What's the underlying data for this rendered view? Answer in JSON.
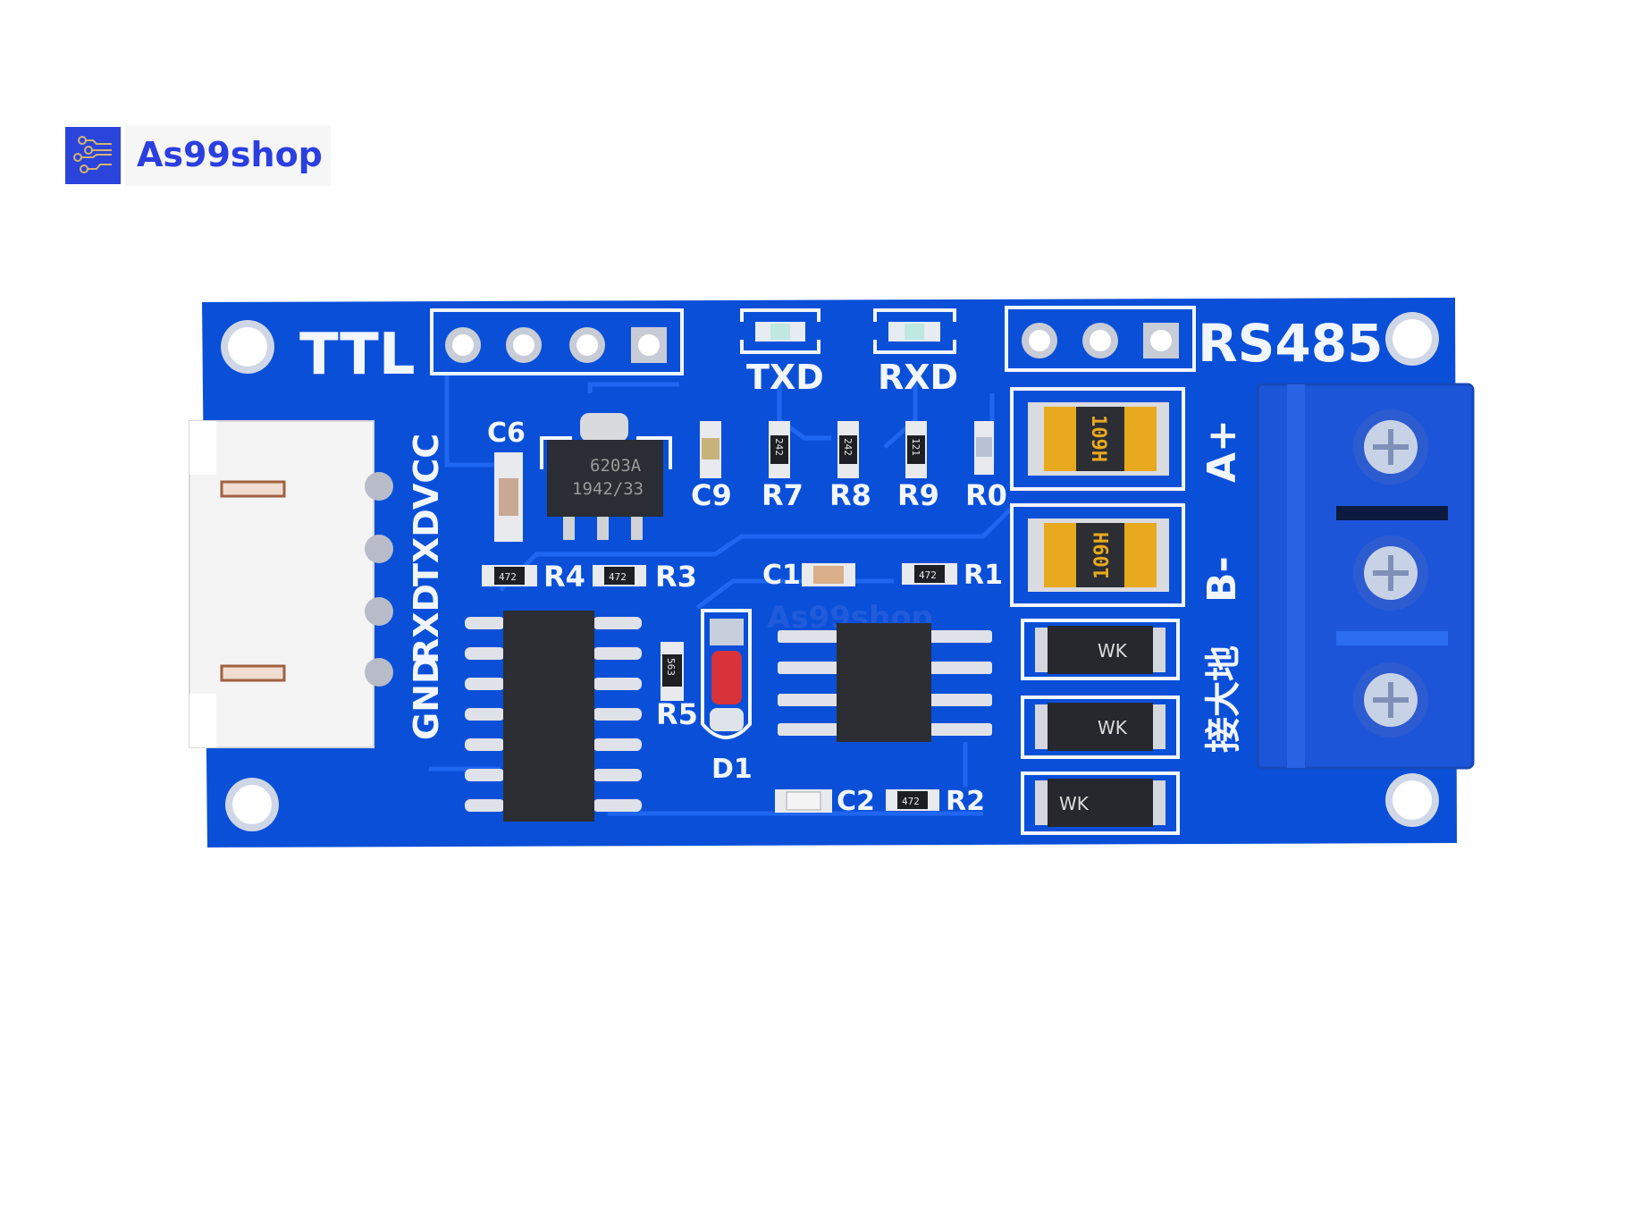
{
  "logo": {
    "text": "As99shop",
    "brand_color": "#2b3fe0",
    "icon": "circuit-traces-icon"
  },
  "board": {
    "color": "#0a4fd8",
    "ttl_label": "TTL",
    "rs485_label": "RS485",
    "led_labels": [
      "TXD",
      "RXD"
    ],
    "pin_labels": [
      "GND",
      "RXD",
      "TXD",
      "VCC"
    ],
    "terminal_labels": [
      "A+",
      "B-",
      "接大地"
    ],
    "component_labels": {
      "c6": "C6",
      "c9": "C9",
      "r7": "R7",
      "r8": "R8",
      "r9": "R9",
      "r0": "R0",
      "r4": "R4",
      "r3": "R3",
      "c1": "C1",
      "r1": "R1",
      "r5": "R5",
      "d1": "D1",
      "c2": "C2",
      "r2": "R2"
    },
    "regulator_marking": [
      "6203A",
      "1942/33"
    ],
    "resistor_codes": {
      "r7": "242",
      "r8": "242",
      "r9": "121",
      "r4": "472",
      "r3": "472",
      "r1": "472",
      "r5": "563",
      "r2": "472"
    },
    "inductor_marking": "109H",
    "diode_marking": "WK",
    "watermark": "As99shop"
  }
}
